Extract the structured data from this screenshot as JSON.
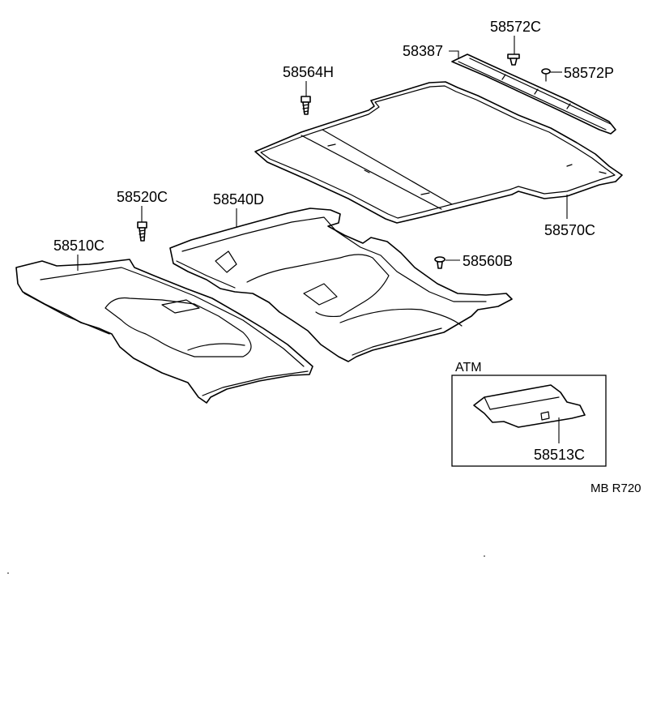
{
  "callouts": [
    "58572C",
    "58387",
    "58572P",
    "58564H",
    "58520C",
    "58540D",
    "58510C",
    "58560B",
    "58570C"
  ],
  "inset": {
    "label": "ATM",
    "callout": "58513C"
  },
  "figure_code": "MB R720",
  "colors": {
    "line": "#000000",
    "background": "#ffffff"
  }
}
